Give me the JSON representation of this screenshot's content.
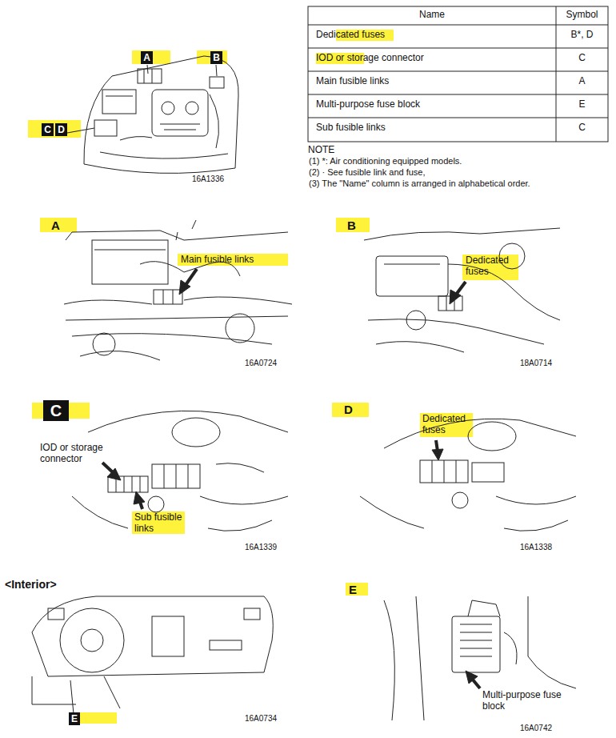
{
  "diagram": {
    "nodes": [
      {
        "text": [
          "A"
        ]
      },
      {
        "text": [
          "B"
        ]
      },
      {
        "text": [
          "C"
        ]
      },
      {
        "text": [
          "D"
        ]
      },
      {
        "text": [
          "C"
        ]
      },
      {
        "text": [
          "E"
        ]
      }
    ],
    "labels": [
      "16A1336",
      "Name",
      "Symbol",
      "Dedicated fuses",
      "B*, D",
      "IOD or storage connector",
      "C",
      "Main fusible links",
      "A",
      "Multi-purpose fuse block",
      "E",
      "Sub fusible links",
      "C",
      "NOTE",
      "(1) *: Air conditioning equipped models.",
      "(2) · See fusible link and fuse,",
      "(3) The \"Name\" column is arranged in alphabetical order.",
      "A",
      "Main fusible links",
      "16A0724",
      "B",
      "Dedicated fuses",
      "18A0714",
      "IOD or storage connector",
      "Sub fusible links",
      "16A1339",
      "D",
      "Dedicated fuses",
      "16A1338",
      "<Interior>",
      "16A0734",
      "E",
      "Multi-purpose fuse block",
      "16A0742"
    ]
  }
}
